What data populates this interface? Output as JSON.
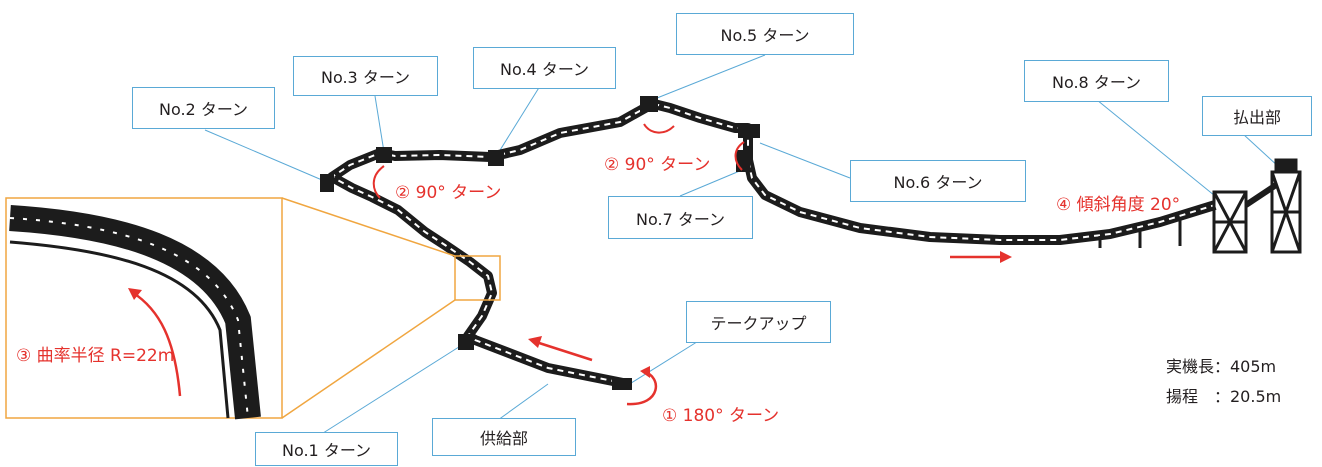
{
  "callouts": {
    "turn1": "No.1 ターン",
    "turn2": "No.2 ターン",
    "turn3": "No.3 ターン",
    "turn4": "No.4 ターン",
    "turn5": "No.5 ターン",
    "turn6": "No.6 ターン",
    "turn7": "No.7 ターン",
    "turn8": "No.8 ターン",
    "takeup": "テークアップ",
    "supply": "供給部",
    "discharge": "払出部"
  },
  "annotations": {
    "turn_180": "① 180° ターン",
    "turn_90_a": "② 90° ターン",
    "turn_90_b": "② 90° ターン",
    "curvature": "③ 曲率半径 R=22m",
    "incline": "④ 傾斜角度 20°"
  },
  "specs": {
    "length_label": "実機長：405m",
    "lift_label": "揚程　：20.5m"
  },
  "colors": {
    "callout_border": "#5aa9d6",
    "leader_line": "#5aa9d6",
    "annotation_red": "#e5322d",
    "inset_border": "#f0a640",
    "structure": "#1c1c1c"
  }
}
